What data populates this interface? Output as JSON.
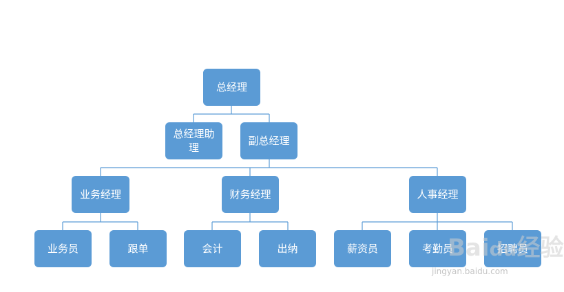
{
  "org_chart": {
    "nodes": {
      "ceo": "总经理",
      "ceo_assistant": "总经理助理",
      "deputy_gm": "副总经理",
      "sales_manager": "业务经理",
      "finance_manager": "财务经理",
      "hr_manager": "人事经理",
      "salesperson": "业务员",
      "merchandiser": "跟单",
      "accountant": "会计",
      "cashier": "出纳",
      "payroll_clerk": "薪资员",
      "attendance_clerk": "考勤员",
      "recruiter": "招聘员"
    },
    "relations": [
      [
        "ceo",
        "ceo_assistant"
      ],
      [
        "ceo",
        "deputy_gm"
      ],
      [
        "deputy_gm",
        "sales_manager"
      ],
      [
        "deputy_gm",
        "finance_manager"
      ],
      [
        "deputy_gm",
        "hr_manager"
      ],
      [
        "sales_manager",
        "salesperson"
      ],
      [
        "sales_manager",
        "merchandiser"
      ],
      [
        "finance_manager",
        "accountant"
      ],
      [
        "finance_manager",
        "cashier"
      ],
      [
        "hr_manager",
        "payroll_clerk"
      ],
      [
        "hr_manager",
        "attendance_clerk"
      ],
      [
        "hr_manager",
        "recruiter"
      ]
    ],
    "colors": {
      "box": "#5b9bd5",
      "line": "#5b9bd5",
      "text": "#ffffff"
    }
  },
  "watermark": {
    "logo_text": "Bai",
    "logo_mark": "du",
    "logo_suffix": "经验",
    "url": "jingyan.baidu.com"
  }
}
